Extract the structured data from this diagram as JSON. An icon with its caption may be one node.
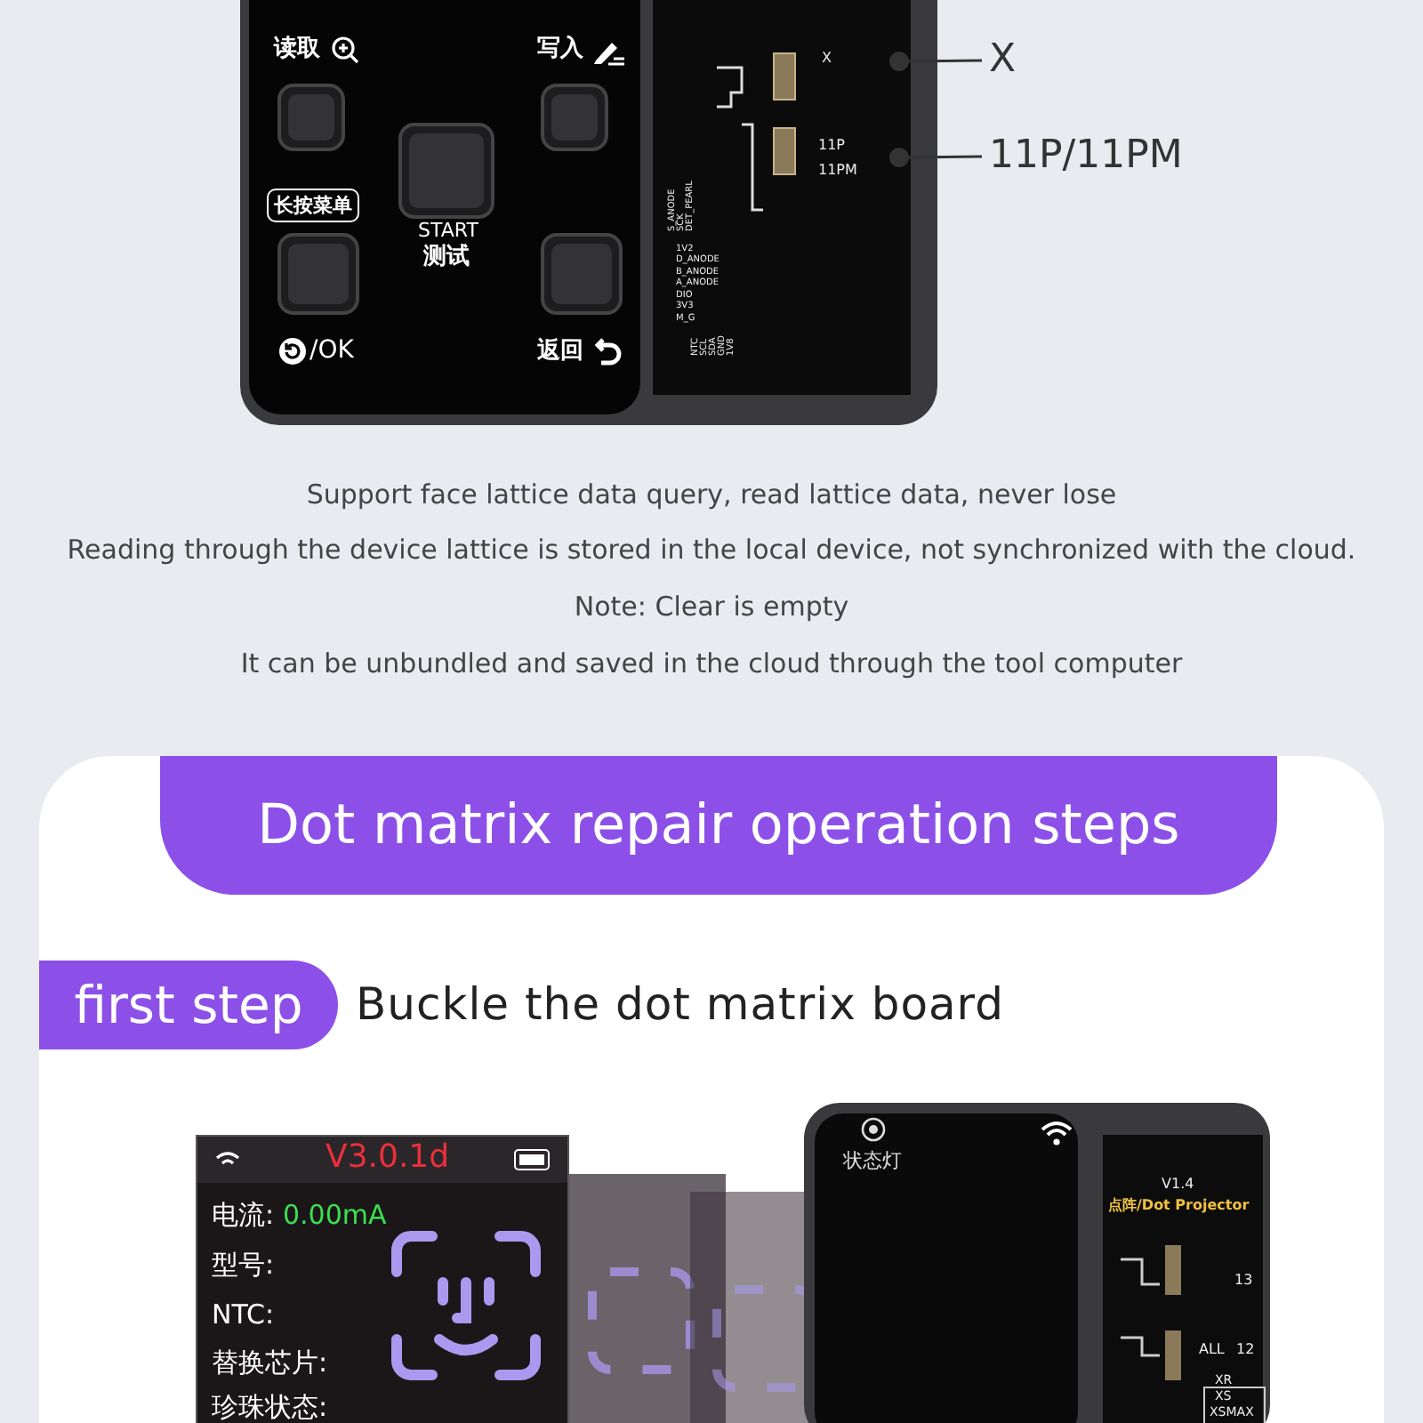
{
  "diagram": {
    "nodes": [
      {
        "text": [
          "X"
        ]
      },
      {
        "text": [
          "11P/11PM"
        ]
      },
      {
        "text": [
          "长按菜单"
        ]
      },
      {
        "text": [
          "Dot matrix repair operation steps"
        ]
      },
      {
        "text": [
          "first step"
        ],
        "beside": [
          "Buckle the dot matrix board"
        ]
      },
      {
        "text": [
          "V3.0.1d",
          "电流:",
          "0.00mA",
          "型号:",
          "NTC:",
          "替换芯片:",
          "珍珠状态:"
        ]
      },
      {
        "text": [],
        "shape": "circle"
      },
      {
        "text": [],
        "shape": "circle"
      }
    ],
    "edges": [
      {
        "from": 0,
        "to": 6,
        "arrow": "none"
      },
      {
        "from": 1,
        "to": 7,
        "arrow": "none"
      }
    ],
    "labels": [
      "读取",
      "写入",
      "START",
      "测试",
      "/OK",
      "返回",
      "X",
      "11P",
      "11PM",
      "S_ANODE",
      "SCK",
      "DET_PEARL",
      "1V2",
      "D_ANODE",
      "B_ANODE",
      "A_ANODE",
      "DIO",
      "3V3",
      "M_G",
      "NTC",
      "SCL",
      "SDA",
      "GND",
      "1V8",
      "Support face lattice data query, read lattice data, never lose",
      "Reading through the device lattice is stored in the local device, not synchronized with the cloud.",
      "Note: Clear is empty",
      "It can be unbundled and saved in the cloud through the tool computer",
      "状态灯",
      "V1.4",
      "点阵/Dot Projector",
      "13",
      "ALL",
      "12",
      "XR",
      "XS",
      "XSMAX"
    ]
  }
}
